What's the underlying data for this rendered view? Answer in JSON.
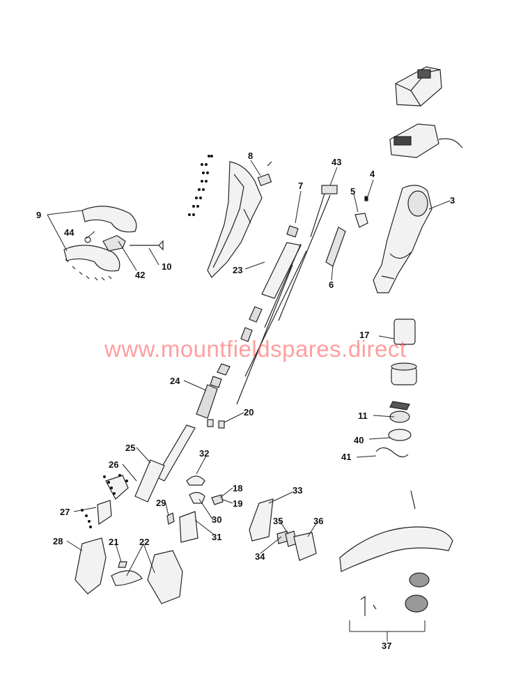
{
  "watermark": "www.mountfieldspares.direct",
  "callouts": {
    "c3": "3",
    "c4": "4",
    "c5": "5",
    "c6": "6",
    "c7": "7",
    "c8": "8",
    "c9": "9",
    "c10": "10",
    "c11": "11",
    "c17": "17",
    "c18": "18",
    "c19": "19",
    "c20": "20",
    "c21": "21",
    "c22": "22",
    "c23": "23",
    "c24": "24",
    "c25": "25",
    "c26": "26",
    "c27": "27",
    "c28": "28",
    "c29": "29",
    "c30": "30",
    "c31": "31",
    "c32": "32",
    "c33": "33",
    "c34": "34",
    "c35": "35",
    "c36": "36",
    "c37": "37",
    "c40": "40",
    "c41": "41",
    "c42": "42",
    "c43": "43",
    "c44": "44"
  },
  "colors": {
    "line": "#222222",
    "part_fill": "#f2f2f2",
    "dark_part": "#555555",
    "watermark": "#ff4f4f"
  }
}
